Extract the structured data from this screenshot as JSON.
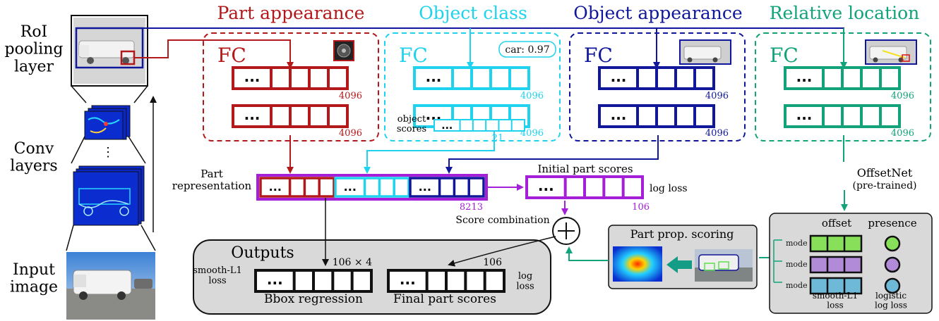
{
  "colors": {
    "part_appearance": "#b3181a",
    "object_class": "#1fd3ee",
    "object_appearance": "#10179a",
    "relative_location": "#12a37a",
    "part_representation": "#a51fd8",
    "initial_scores": "#a51fd8",
    "black": "#111111",
    "panel_fill": "#d9d9d9",
    "mode1": "#88e05a",
    "mode2": "#b18ad8",
    "mode3": "#6fb9d8"
  },
  "left_column": {
    "roi_label": "RoI\npooling\nlayer",
    "conv_label": "Conv\nlayers",
    "input_label": "Input\nimage",
    "conv_dots": "⋮"
  },
  "headers": {
    "part_appearance": "Part appearance",
    "object_class": "Object class",
    "object_appearance": "Object appearance",
    "relative_location": "Relative location"
  },
  "branches": {
    "fc_label": "FC",
    "part": {
      "dim1": "4096",
      "dim2": "4096"
    },
    "class": {
      "dim1": "4096",
      "dim2": "4096",
      "scores_label": "object\nscores",
      "scores_dim": "21",
      "car_score": "car: 0.97"
    },
    "object": {
      "dim1": "4096",
      "dim2": "4096"
    },
    "relative": {
      "dim1": "4096",
      "dim2": "4096"
    }
  },
  "middle": {
    "part_representation_label": "Part\nrepresentation",
    "rep_dim": "8213",
    "initial_scores_label": "Initial part scores",
    "initial_dim": "106",
    "log_loss": "log loss",
    "score_combination": "Score combination",
    "offsetnet": "OffsetNet",
    "pretrained": "(pre-trained)",
    "ellipsis": "..."
  },
  "outputs": {
    "title": "Outputs",
    "bbox_loss": "smooth-L1\nloss",
    "bbox_dim": "106 × 4",
    "bbox_label": "Bbox regression",
    "final_dim": "106",
    "final_loss": "log\nloss",
    "final_label": "Final part scores"
  },
  "proposal_scoring": {
    "title": "Part prop. scoring"
  },
  "offsetnet_panel": {
    "offset_header": "offset",
    "presence_header": "presence",
    "modes": [
      "mode 1",
      "mode 2",
      "mode 3"
    ],
    "offset_loss": "smooth-L1\nloss",
    "presence_loss": "logistic\nlog loss"
  }
}
